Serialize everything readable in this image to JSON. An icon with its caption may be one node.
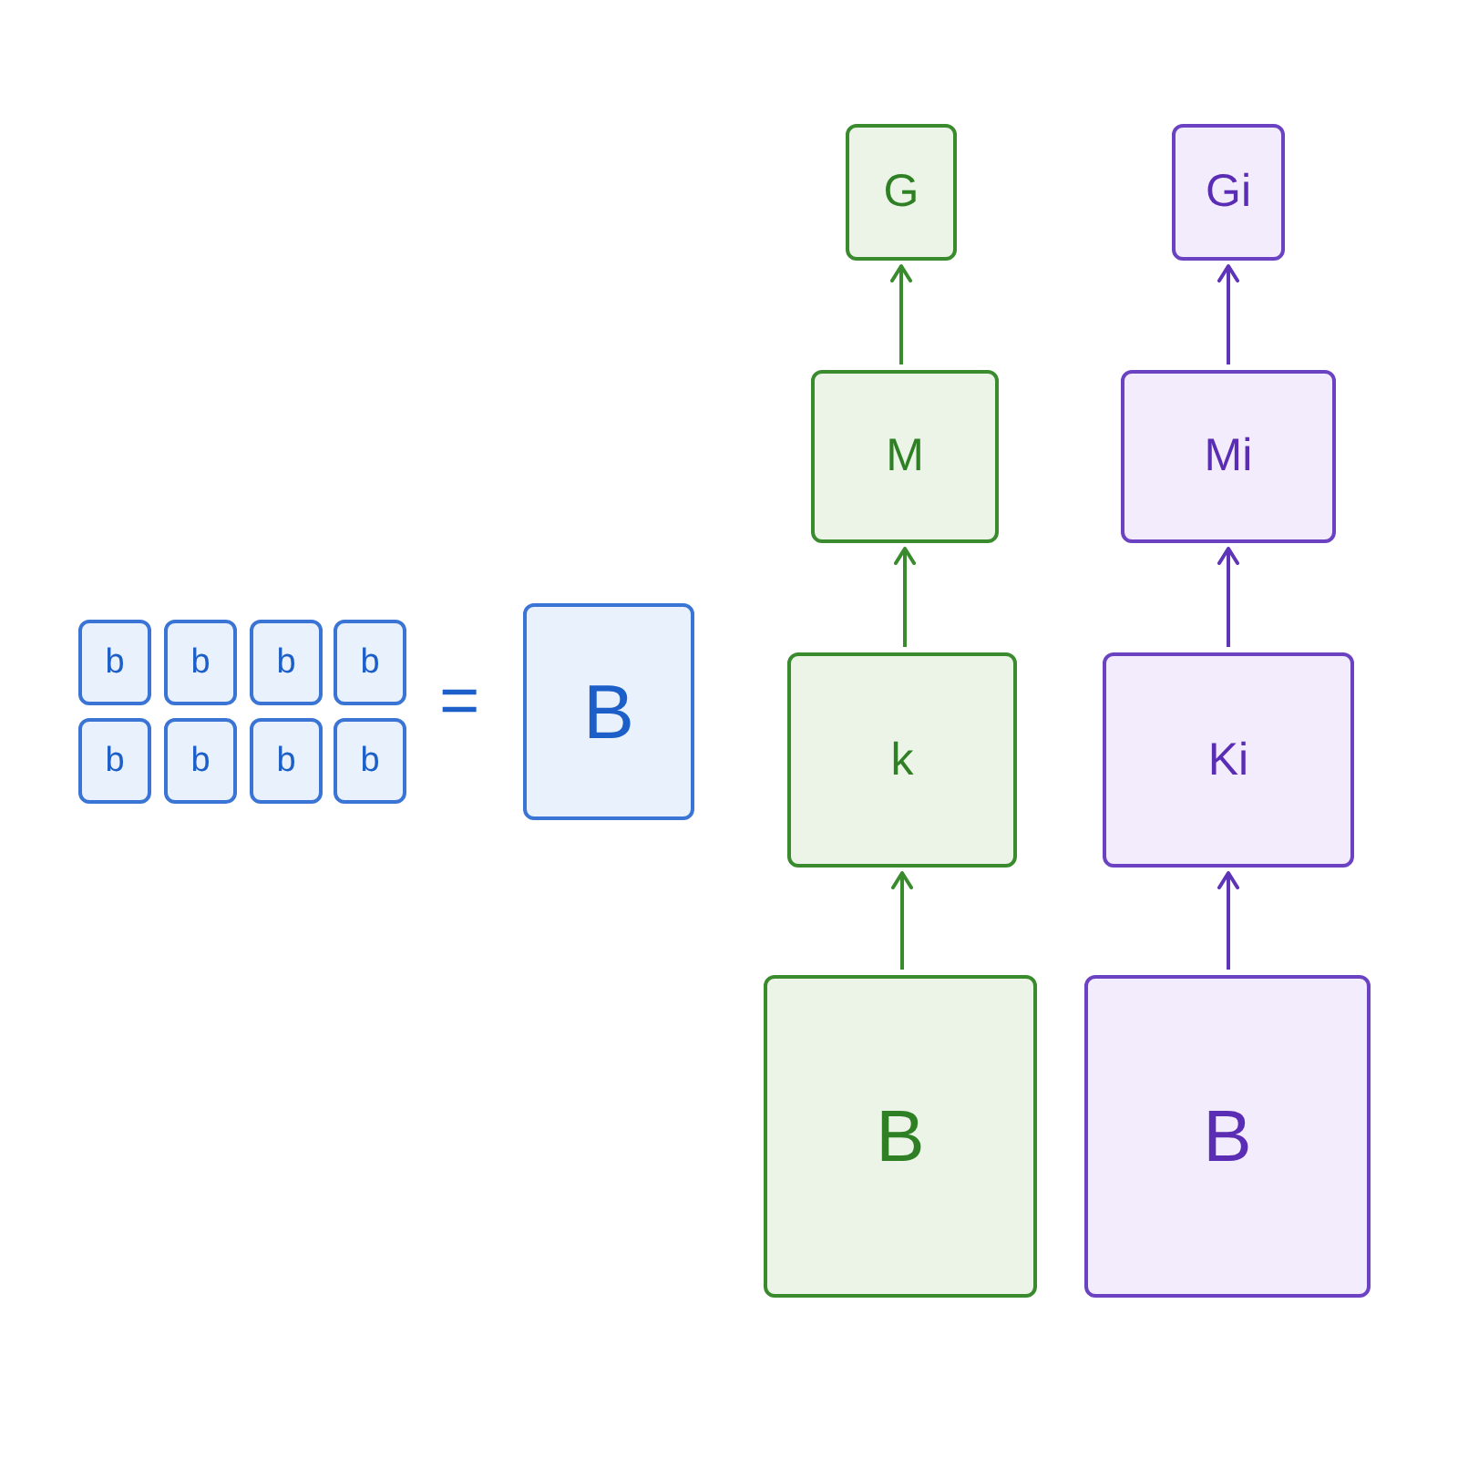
{
  "diagram": {
    "nodes": [
      {
        "text": [
          "b"
        ]
      },
      {
        "text": [
          "b"
        ]
      },
      {
        "text": [
          "b"
        ]
      },
      {
        "text": [
          "b"
        ]
      },
      {
        "text": [
          "b"
        ]
      },
      {
        "text": [
          "b"
        ]
      },
      {
        "text": [
          "b"
        ]
      },
      {
        "text": [
          "b"
        ]
      },
      {
        "text": [
          "B"
        ]
      },
      {
        "text": [
          "G"
        ]
      },
      {
        "text": [
          "M"
        ]
      },
      {
        "text": [
          "k"
        ]
      },
      {
        "text": [
          "B"
        ]
      },
      {
        "text": [
          "Gi"
        ]
      },
      {
        "text": [
          "Mi"
        ]
      },
      {
        "text": [
          "Ki"
        ]
      },
      {
        "text": [
          "B"
        ]
      }
    ],
    "edges": [
      {
        "from": 12,
        "to": 11,
        "arrow": "to",
        "color": "#3a8a2e"
      },
      {
        "from": 11,
        "to": 10,
        "arrow": "to",
        "color": "#3a8a2e"
      },
      {
        "from": 10,
        "to": 9,
        "arrow": "to",
        "color": "#3a8a2e"
      },
      {
        "from": 16,
        "to": 15,
        "arrow": "to",
        "color": "#5e35b8"
      },
      {
        "from": 15,
        "to": 14,
        "arrow": "to",
        "color": "#5e35b8"
      },
      {
        "from": 14,
        "to": 13,
        "arrow": "to",
        "color": "#5e35b8"
      }
    ],
    "labels": [
      "="
    ]
  }
}
